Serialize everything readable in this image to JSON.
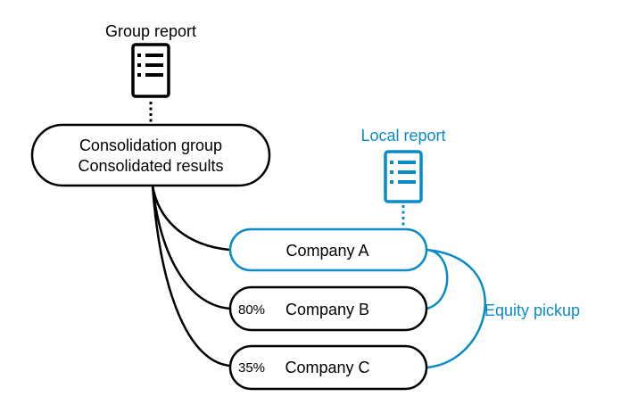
{
  "group_report": {
    "label": "Group report",
    "icon": "document-list-icon"
  },
  "consolidation": {
    "line1": "Consolidation group",
    "line2": "Consolidated results"
  },
  "local_report": {
    "label": "Local report",
    "icon": "document-list-icon"
  },
  "companies": [
    {
      "name": "Company A",
      "percent": ""
    },
    {
      "name": "Company B",
      "percent": "80%"
    },
    {
      "name": "Company C",
      "percent": "35%"
    }
  ],
  "equity_pickup": {
    "label": "Equity pickup"
  },
  "colors": {
    "black": "#000000",
    "blue": "#0a8bc7",
    "background": "#ffffff"
  }
}
